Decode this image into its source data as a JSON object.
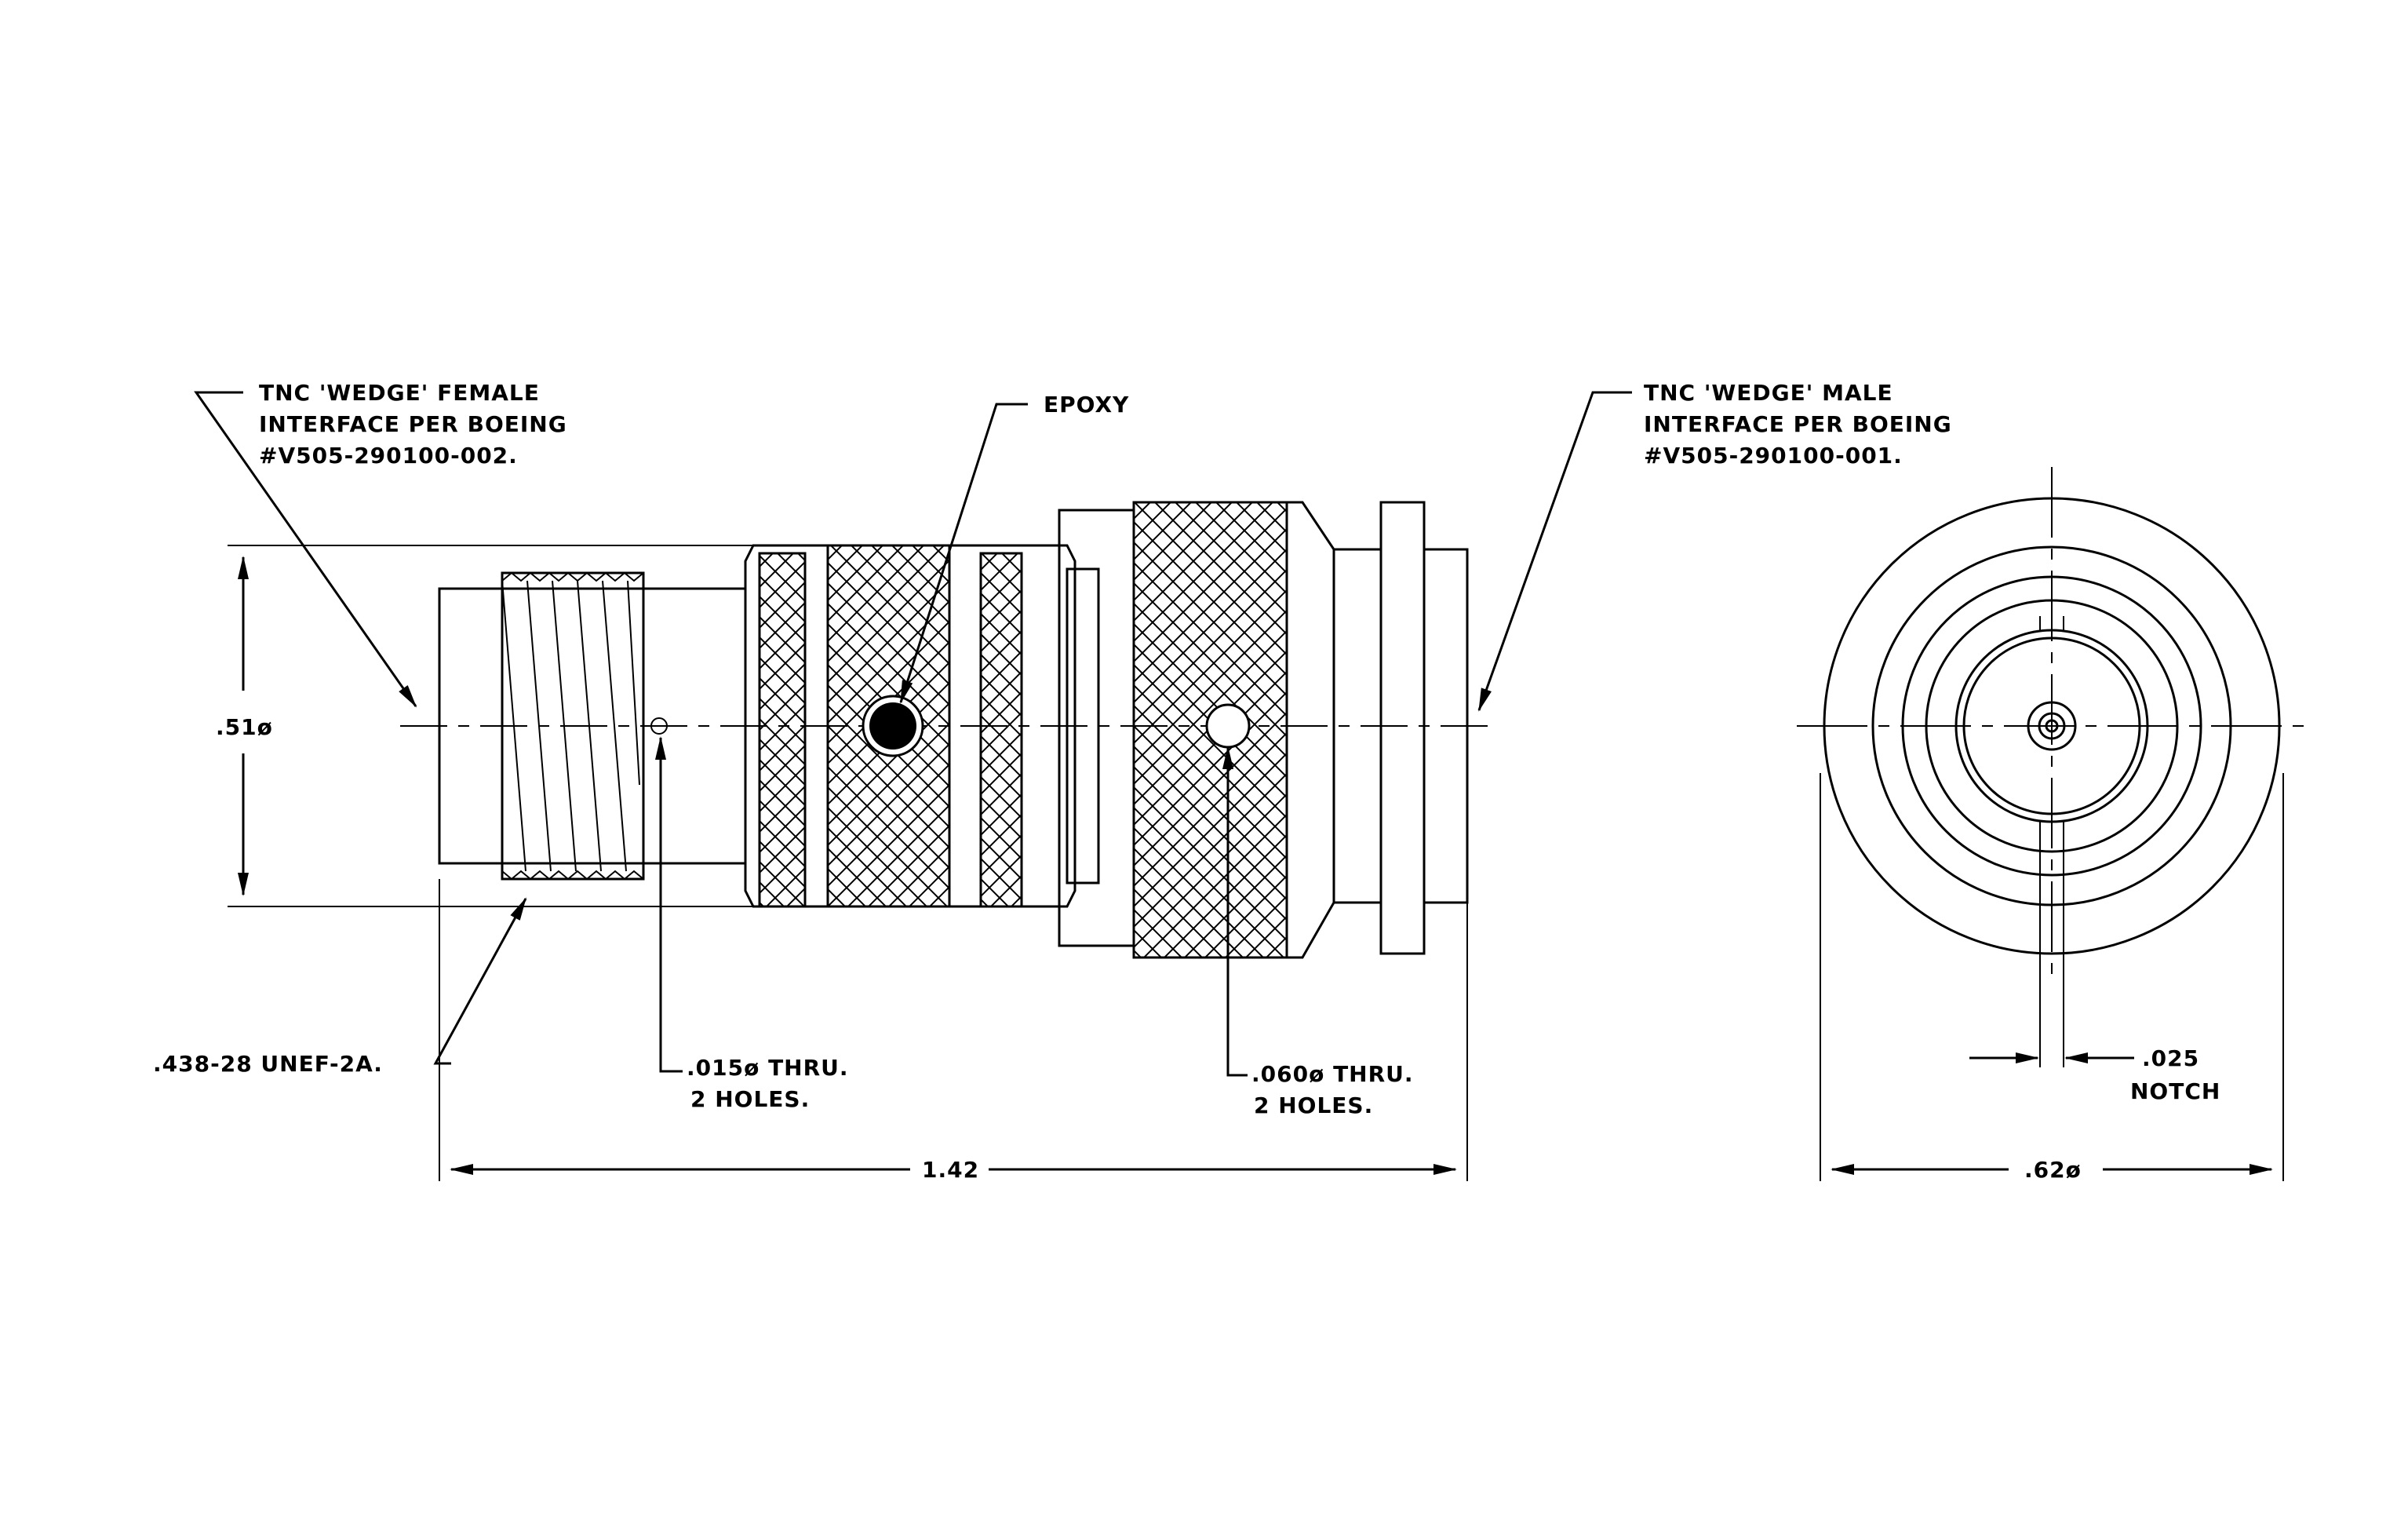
{
  "labels": {
    "female_interface": [
      "TNC 'WEDGE' FEMALE",
      "INTERFACE PER BOEING",
      "#V505-290100-002."
    ],
    "epoxy": "EPOXY",
    "male_interface": [
      "TNC 'WEDGE' MALE",
      "INTERFACE PER BOEING",
      "#V505-290100-001."
    ],
    "diameter_51": ".51ø",
    "thread": ".438-28 UNEF-2A.",
    "hole_015": [
      ".015ø THRU.",
      "2 HOLES."
    ],
    "hole_060": [
      ".060ø THRU.",
      "2 HOLES."
    ],
    "length": "1.42",
    "notch": [
      ".025",
      "NOTCH"
    ],
    "diameter_62": ".62ø"
  },
  "colors": {
    "ink": "#000000",
    "paper": "#ffffff"
  }
}
